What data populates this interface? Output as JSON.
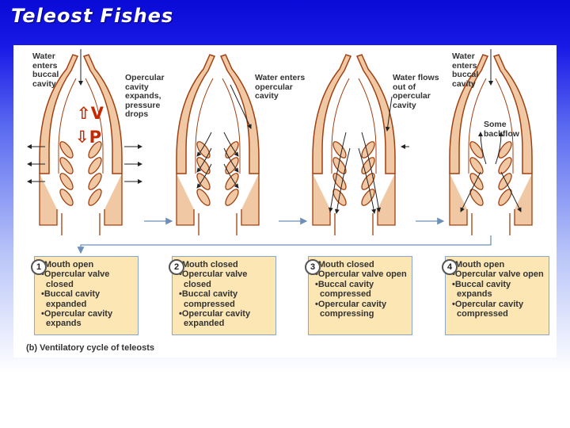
{
  "title": "Teleost Fishes",
  "vp_labels": {
    "v": "V",
    "p": "P",
    "v_arrow": "⇧",
    "p_arrow": "⇩"
  },
  "labels": {
    "water_enters_buccal_1": "Water\nenters\nbuccal\ncavity",
    "opercular_expands": "Opercular\ncavity\nexpands,\npressure\ndrops",
    "water_enters_opercular": "Water enters\nopercular\ncavity",
    "water_flows_out": "Water flows\nout of\nopercular\ncavity",
    "water_enters_buccal_4": "Water\nenters\nbuccal\ncavity",
    "some_backflow": "Some\nbackflow"
  },
  "steps": [
    {
      "number": "1",
      "items": [
        "•Mouth open",
        "•Opercular valve closed",
        "•Buccal cavity expanded",
        "•Opercular cavity expands"
      ]
    },
    {
      "number": "2",
      "items": [
        "•Mouth closed",
        "•Opercular valve closed",
        "•Buccal cavity compressed",
        "•Opercular cavity expanded"
      ]
    },
    {
      "number": "3",
      "items": [
        "•Mouth closed",
        "•Opercular valve open",
        "•Buccal cavity compressed",
        "•Opercular cavity compressing"
      ]
    },
    {
      "number": "4",
      "items": [
        "•Mouth open",
        "•Opercular valve open",
        "•Buccal cavity expands",
        "•Opercular cavity compressed"
      ]
    }
  ],
  "caption": {
    "part": "(b)",
    "text": "Ventilatory cycle of teleosts"
  },
  "colors": {
    "tissue_fill": "#f0c8a4",
    "tissue_stroke": "#a04010",
    "box_fill": "#fbe6b4",
    "box_border": "#8aa6c8",
    "vp_color": "#c82800",
    "flow_arrow": "#6e8fb8"
  }
}
